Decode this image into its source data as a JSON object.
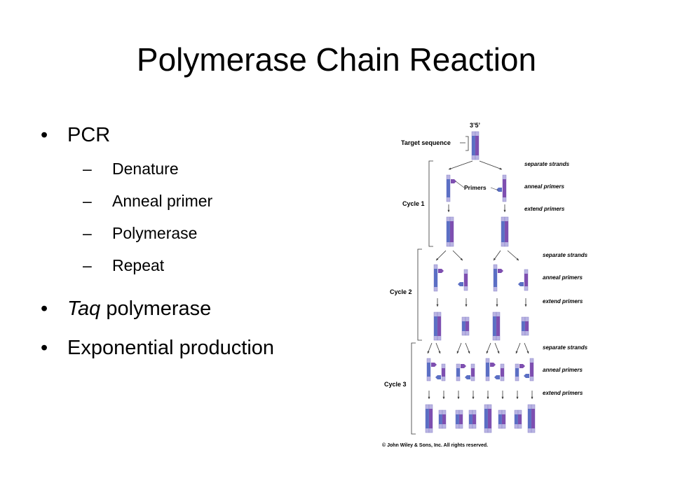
{
  "slide": {
    "title": "Polymerase Chain Reaction",
    "bullets": [
      {
        "label": "PCR",
        "sub": [
          "Denature",
          "Anneal primer",
          "Polymerase",
          "Repeat"
        ]
      },
      {
        "label_italic": "Taq",
        "label_rest": " polymerase"
      },
      {
        "label": "Exponential production"
      }
    ]
  },
  "figure": {
    "strand_labels": "3’5’",
    "target_label": "Target sequence",
    "primers_label": "Primers",
    "cycles": [
      "Cycle 1",
      "Cycle 2",
      "Cycle 3"
    ],
    "steps": [
      "separate strands",
      "anneal primers",
      "extend primers"
    ],
    "copyright": "© John Wiley & Sons, Inc. All rights reserved.",
    "colors": {
      "light": "#b9b4e3",
      "blue": "#5b6fc4",
      "purple": "#7e4fb0",
      "line": "#333333"
    }
  }
}
